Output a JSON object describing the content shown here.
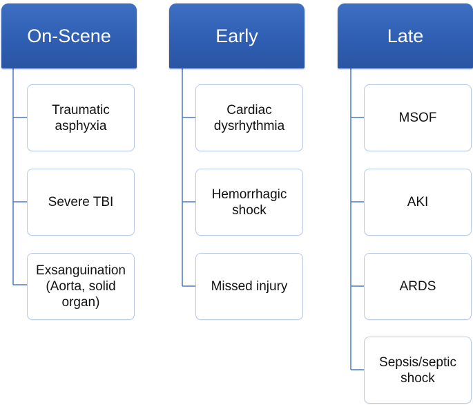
{
  "columns": [
    {
      "title": "On-Scene",
      "items": [
        "Traumatic\nasphyxia",
        "Severe TBI",
        "Exsanguination\n(Aorta, solid\norgan)"
      ]
    },
    {
      "title": "Early",
      "items": [
        "Cardiac\ndysrhythmia",
        "Hemorrhagic\nshock",
        "Missed injury"
      ]
    },
    {
      "title": "Late",
      "items": [
        "MSOF",
        "AKI",
        "ARDS",
        "Sepsis/septic\nshock"
      ]
    }
  ],
  "colors": {
    "header_fill": "#2e5db1",
    "connector": "#4a79c4",
    "card_border": "#b9c9e6"
  }
}
